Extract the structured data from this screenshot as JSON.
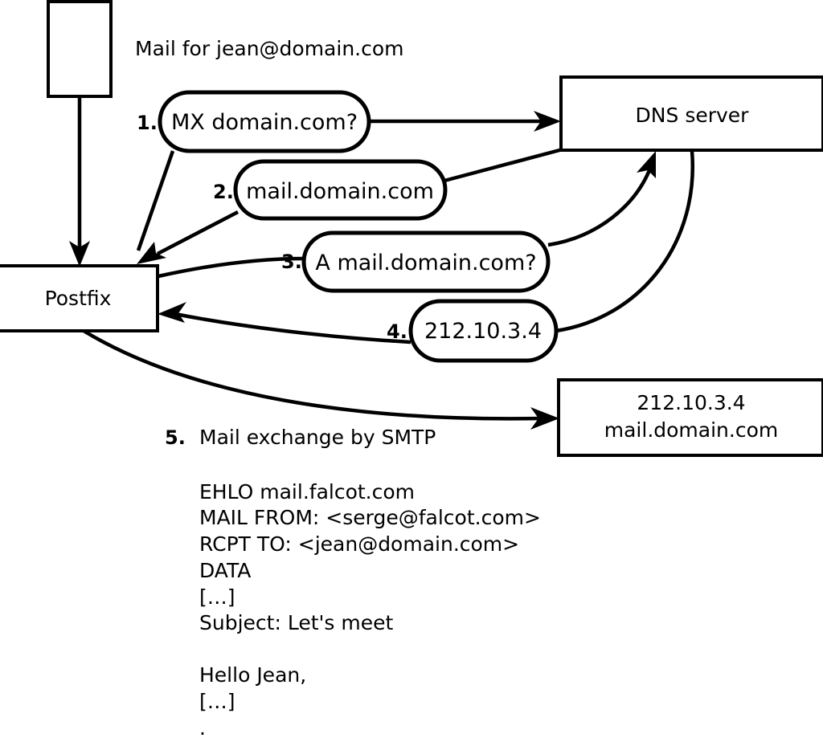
{
  "diagram": {
    "title_caption": "Mail for jean@domain.com",
    "nodes": [
      {
        "id": "client",
        "label": "",
        "name": "client-box"
      },
      {
        "id": "postfix",
        "label": "Postfix",
        "name": "postfix-box"
      },
      {
        "id": "dns",
        "label": "DNS server",
        "name": "dns-server-box"
      },
      {
        "id": "mailserver",
        "line1": "212.10.3.4",
        "line2": "mail.domain.com",
        "name": "mail-server-box"
      }
    ],
    "steps": [
      {
        "num": "1.",
        "label": "MX domain.com?"
      },
      {
        "num": "2.",
        "label": "mail.domain.com"
      },
      {
        "num": "3.",
        "label": "A mail.domain.com?"
      },
      {
        "num": "4.",
        "label": "212.10.3.4"
      }
    ],
    "step5": {
      "num": "5.",
      "label": "Mail exchange by SMTP"
    },
    "transcript": [
      "EHLO mail.falcot.com",
      "MAIL FROM: <serge@falcot.com>",
      "RCPT TO: <jean@domain.com>",
      "DATA",
      "[…]",
      "Subject: Let's meet",
      "",
      "Hello Jean,",
      "[…]",
      "."
    ],
    "colors": {
      "stroke": "#000000",
      "fill": "#ffffff",
      "text": "#000000"
    }
  }
}
